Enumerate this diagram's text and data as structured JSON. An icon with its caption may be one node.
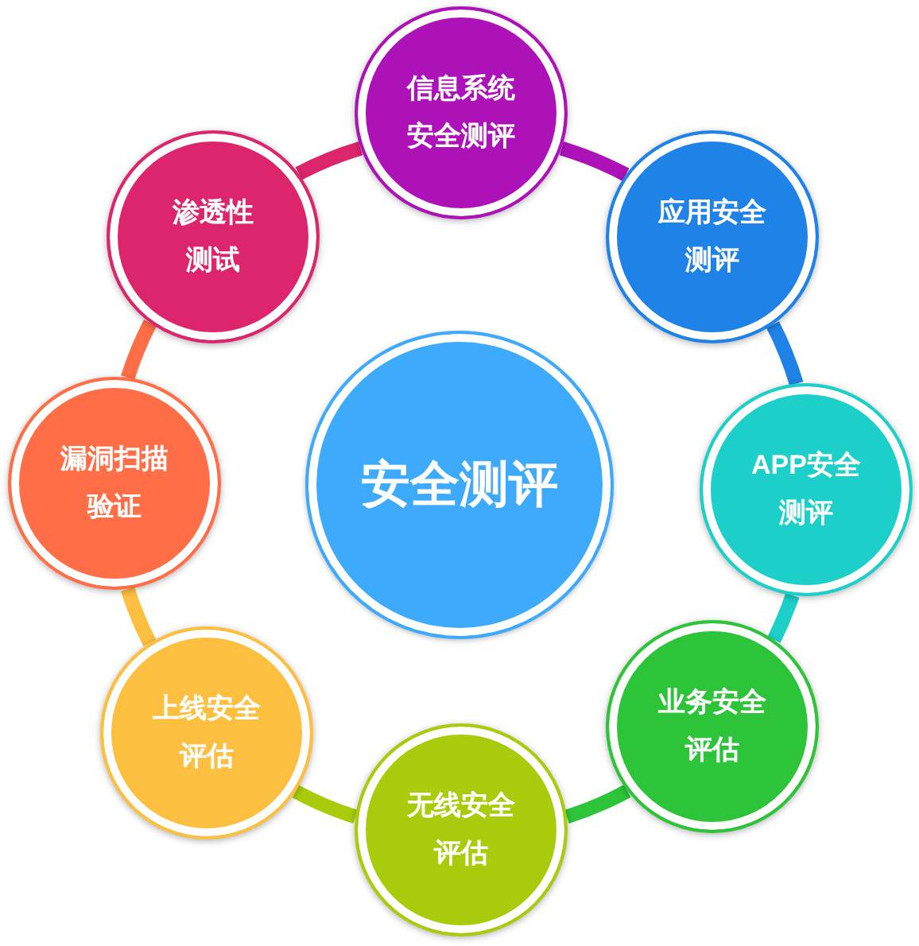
{
  "diagram": {
    "nodes": [
      {
        "text": [
          "安全测评"
        ]
      },
      {
        "text": [
          "信息系统安全测评"
        ]
      },
      {
        "text": [
          "应用安全测评"
        ]
      },
      {
        "text": [
          "APP安全测评"
        ]
      },
      {
        "text": [
          "业务安全评估"
        ]
      },
      {
        "text": [
          "无线安全评估"
        ]
      },
      {
        "text": [
          "上线安全评估"
        ]
      },
      {
        "text": [
          "漏洞扫描验证"
        ]
      },
      {
        "text": [
          "渗透性测试"
        ]
      }
    ],
    "edges": [
      {
        "from": 1,
        "to": 2,
        "arrow": "none",
        "color": "#ad12b8"
      },
      {
        "from": 2,
        "to": 3,
        "arrow": "none",
        "color": "#1f82e6"
      },
      {
        "from": 3,
        "to": 4,
        "arrow": "none",
        "color": "#1ccfc9"
      },
      {
        "from": 4,
        "to": 5,
        "arrow": "none",
        "color": "#2ec43a"
      },
      {
        "from": 5,
        "to": 6,
        "arrow": "none",
        "color": "#a8cc0c"
      },
      {
        "from": 6,
        "to": 7,
        "arrow": "none",
        "color": "#fdbf40"
      },
      {
        "from": 7,
        "to": 8,
        "arrow": "none",
        "color": "#ff6e47"
      },
      {
        "from": 8,
        "to": 1,
        "arrow": "none",
        "color": "#dc256c"
      }
    ]
  }
}
